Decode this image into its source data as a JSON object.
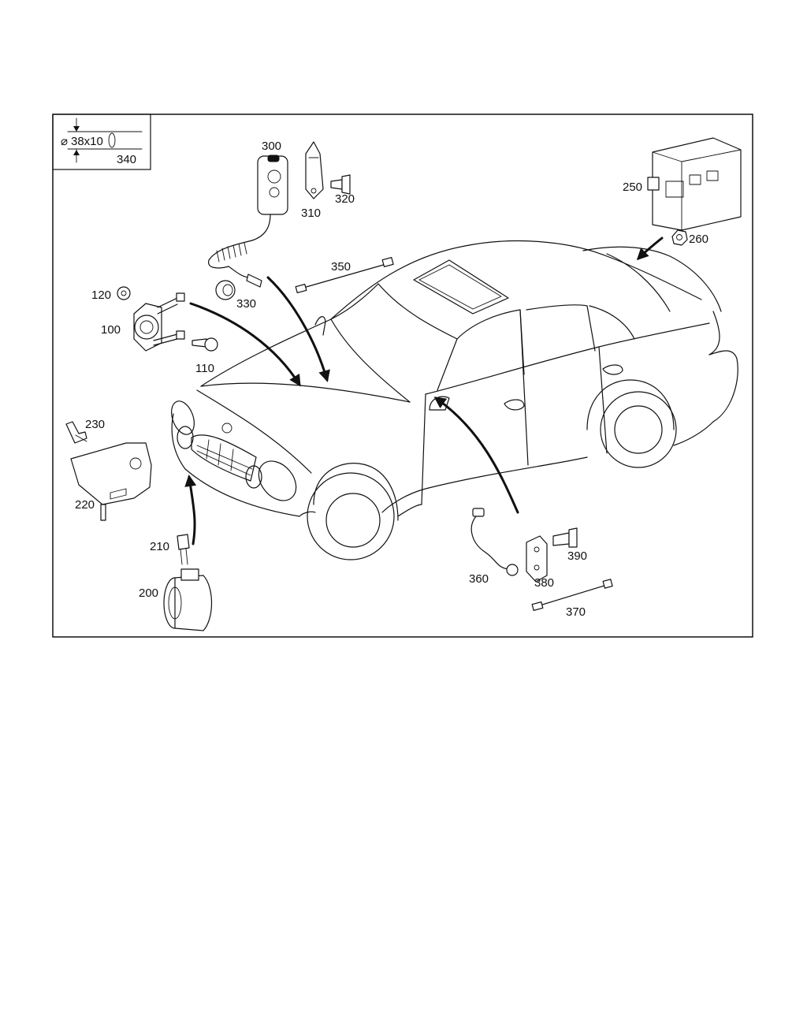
{
  "legend": {
    "dimension": "38x10",
    "diameter_symbol": "⌀",
    "part_number": "340"
  },
  "callouts": {
    "c100": "100",
    "c110": "110",
    "c120": "120",
    "c200": "200",
    "c210": "210",
    "c220": "220",
    "c230": "230",
    "c250": "250",
    "c260": "260",
    "c300": "300",
    "c310": "310",
    "c320": "320",
    "c330": "330",
    "c350": "350",
    "c360": "360",
    "c370": "370",
    "c380": "380",
    "c390": "390"
  }
}
